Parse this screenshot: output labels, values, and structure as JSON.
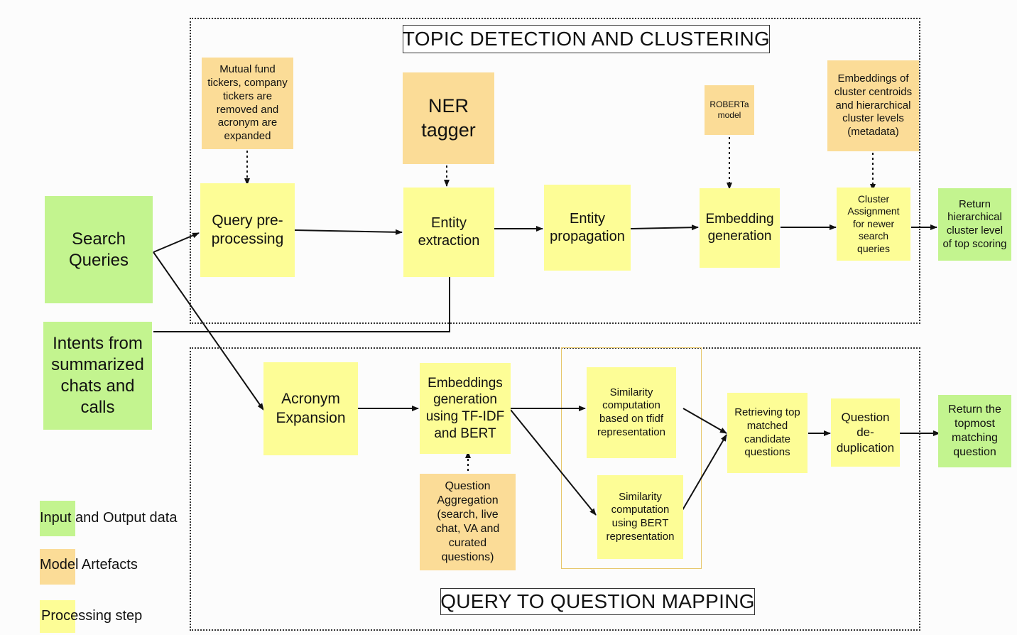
{
  "regions": {
    "topic": {
      "title": "TOPIC DETECTION AND CLUSTERING"
    },
    "query": {
      "title": "QUERY TO QUESTION MAPPING"
    }
  },
  "nodes": {
    "search_queries": "Search\nQueries",
    "intents": "Intents from\nsummarized\nchats and\ncalls",
    "mutual_fund": "Mutual fund\ntickers, company\ntickers are\nremoved and\nacronym are\nexpanded",
    "ner_tagger": "NER\ntagger",
    "roberta": "ROBERTa\nmodel",
    "embeddings_centroids": "Embeddings of\ncluster centroids\nand hierarchical\ncluster levels\n(metadata)",
    "query_pre": "Query pre-\nprocessing",
    "entity_extraction": "Entity\nextraction",
    "entity_propagation": "Entity\npropagation",
    "embedding_generation": "Embedding\ngeneration",
    "cluster_assignment": "Cluster\nAssignment\nfor newer\nsearch\nqueries",
    "return_hierarchical": "Return\nhierarchical\ncluster level\nof top scoring",
    "acronym_expansion": "Acronym\nExpansion",
    "embeddings_tfidf": "Embeddings\ngeneration\nusing TF-IDF\nand BERT",
    "question_aggregation": "Question\nAggregation\n(search, live\nchat, VA and\ncurated\nquestions)",
    "sim_tfidf": "Similarity\ncomputation\nbased on tfidf\nrepresentation",
    "sim_bert": "Similarity\ncomputation\nusing BERT\nrepresentation",
    "retrieving_top": "Retrieving top\nmatched\ncandidate\nquestions",
    "question_dedup": "Question\nde-\nduplication",
    "return_topmost": "Return the\ntopmost\nmatching\nquestion"
  },
  "legend": {
    "input_output": "Input and Output data",
    "model_artefacts": "Model Artefacts",
    "processing_step": "Processing step"
  },
  "colors": {
    "input_output": "#c3f48f",
    "model_artefact": "#fbdc97",
    "processing_step": "#fdfd96"
  }
}
